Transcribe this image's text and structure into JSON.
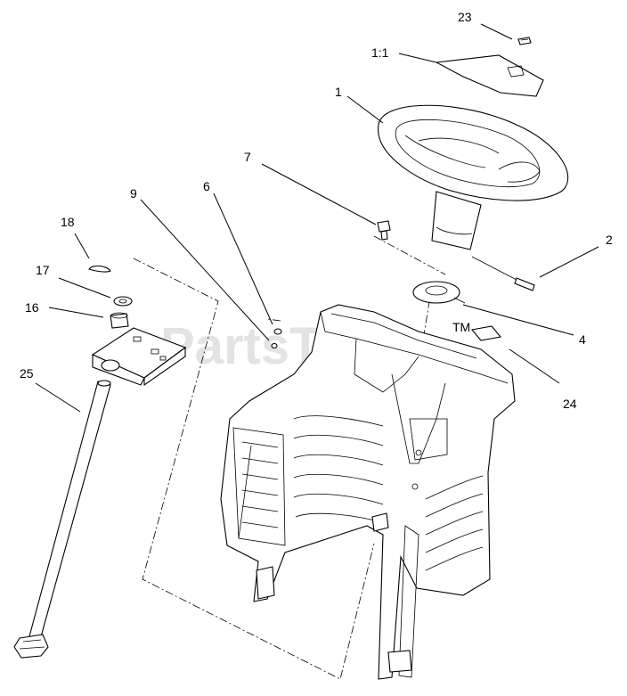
{
  "watermark": {
    "text": "PartsTree",
    "tm": "TM"
  },
  "callouts": {
    "c23": "23",
    "c1_1": "1:1",
    "c1": "1",
    "c7": "7",
    "c2": "2",
    "c6": "6",
    "c9": "9",
    "c18": "18",
    "c17": "17",
    "c16": "16",
    "c4": "4",
    "c24": "24",
    "c25": "25"
  }
}
